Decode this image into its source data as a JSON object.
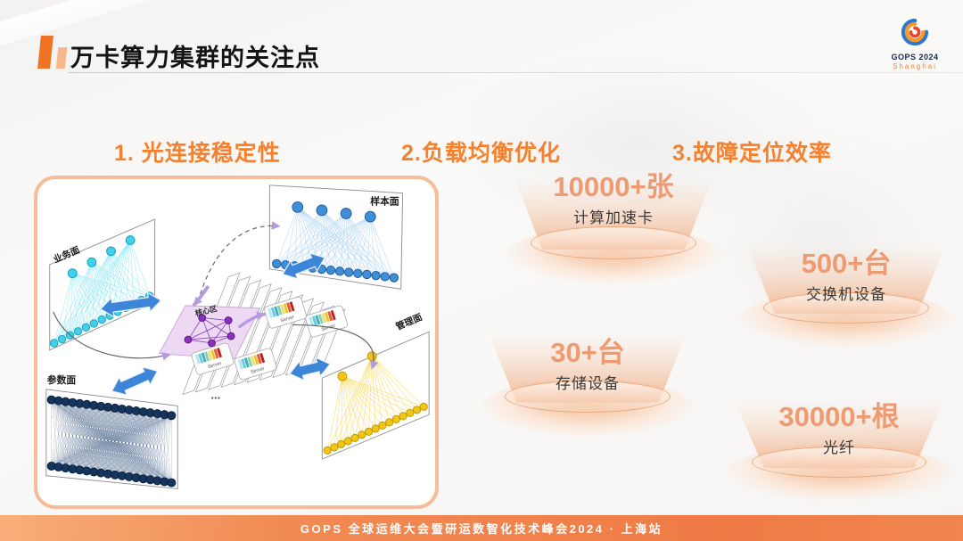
{
  "slide": {
    "title": "万卡算力集群的关注点",
    "logo": {
      "name": "GOPS 2024",
      "city": "Shanghai"
    },
    "footer": "GOPS 全球运维大会暨研运数智化技术峰会2024 · 上海站"
  },
  "sections": [
    {
      "heading": "1. 光连接稳定性"
    },
    {
      "heading": "2.负载均衡优化"
    },
    {
      "heading": "3.故障定位效率"
    }
  ],
  "diagram": {
    "planes": {
      "business": "业务面",
      "sample": "样本面",
      "parameter": "参数面",
      "management": "管理面",
      "core": "核心区"
    },
    "server_label": "Server",
    "ellipsis": "..."
  },
  "stats": [
    {
      "value": "10000+",
      "unit": "张",
      "label": "计算加速卡"
    },
    {
      "value": "500+",
      "unit": "台",
      "label": "交换机设备"
    },
    {
      "value": "30+",
      "unit": "台",
      "label": "存储设备"
    },
    {
      "value": "30000+",
      "unit": "根",
      "label": "光纤"
    }
  ],
  "colors": {
    "heading_orange": "#f5802d",
    "stat_number": "#f09a72",
    "panel_border": "#f5bd9a",
    "footer_orange": "#ef7b45",
    "title_bar_dark": "#ee7325",
    "title_bar_light": "#f8b88c"
  }
}
